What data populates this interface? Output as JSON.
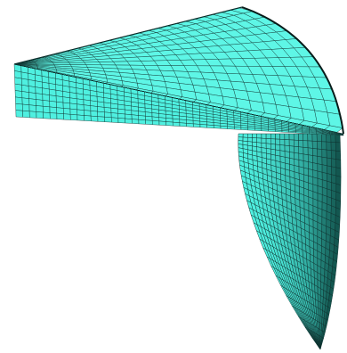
{
  "model": {
    "parts": [
      {
        "name": "top-face"
      },
      {
        "name": "front-face"
      },
      {
        "name": "curved-wall"
      }
    ]
  },
  "colors": {
    "background": "#ffffff",
    "face_fill": "#4ff0e0",
    "face_fill_light": "#5ef6e6",
    "face_fill_shade": "#2fa79c",
    "face_fill_dark": "#0f4a44",
    "mesh_line": "#0c2f2c"
  }
}
